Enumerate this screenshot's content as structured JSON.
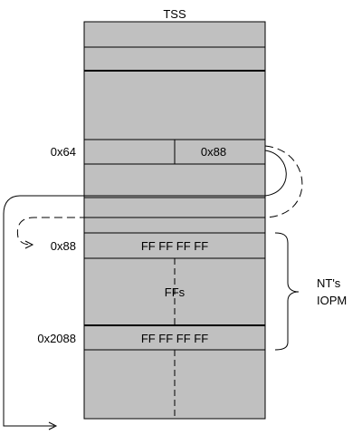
{
  "diagram": {
    "title": "TSS",
    "offset_labels": {
      "a": "0x64",
      "b": "0x88",
      "c": "0x2088"
    },
    "cell_labels": {
      "pointer": "0x88",
      "first_row": "FF FF FF FF",
      "middle": "FFs",
      "last_row": "FF FF FF FF"
    },
    "brace_label": {
      "line1": "NT's",
      "line2": "IOPM"
    },
    "colors": {
      "fill": "#c0c0c0",
      "stroke": "#000000",
      "background": "#ffffff"
    }
  }
}
